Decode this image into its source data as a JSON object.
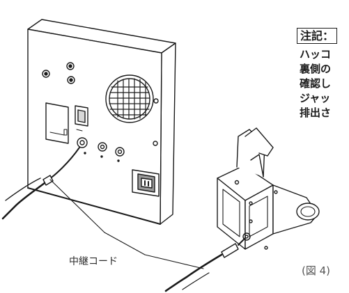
{
  "note": {
    "heading": "注記：",
    "lines": [
      "ハッコ",
      "裏側の",
      "確認し",
      "ジャッ",
      "排出さ"
    ]
  },
  "labels": {
    "cord": "中継コード",
    "figure": "(図 4)"
  },
  "colors": {
    "line": "#1a1a1a",
    "text": "#1a1a1a"
  }
}
